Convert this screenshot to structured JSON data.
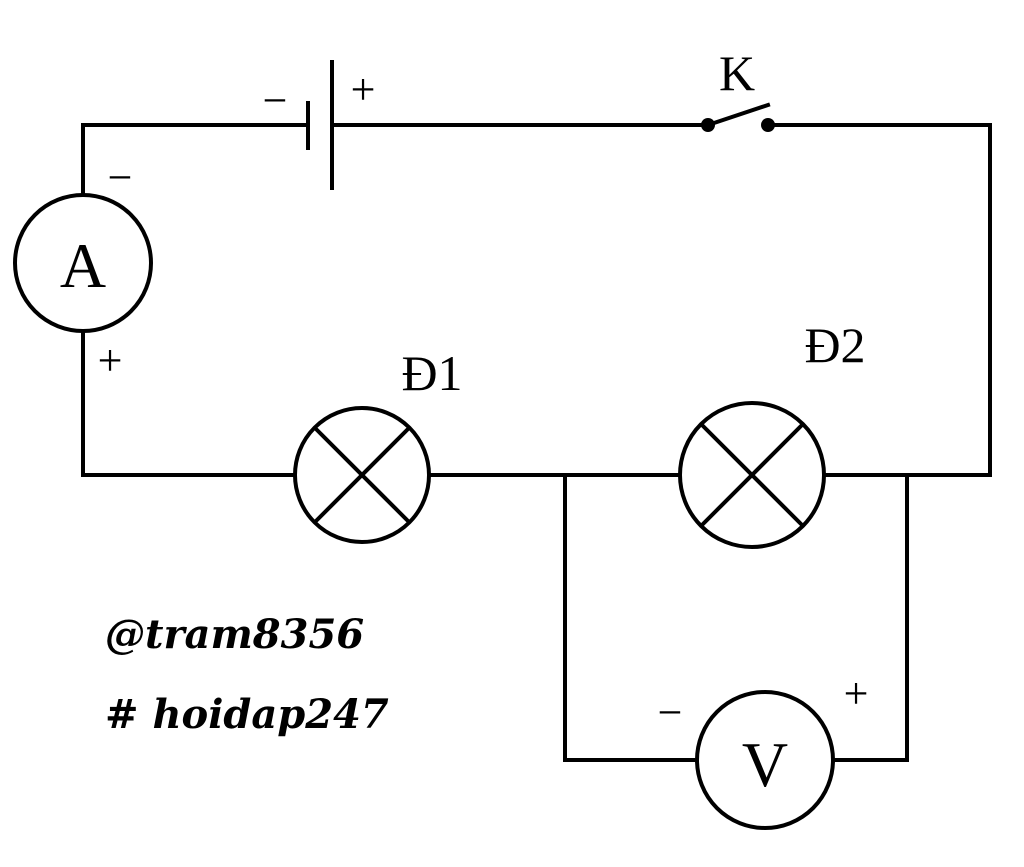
{
  "switch": {
    "label": "K"
  },
  "battery": {
    "minus": "−",
    "plus": "+"
  },
  "ammeter": {
    "symbol": "A",
    "minus": "−",
    "plus": "+"
  },
  "lamp1": {
    "label": "Đ1"
  },
  "lamp2": {
    "label": "Đ2"
  },
  "voltmeter": {
    "symbol": "V",
    "minus": "−",
    "plus": "+"
  },
  "watermark": {
    "line1": "@tram8356",
    "line2": "# hoidap247"
  },
  "colors": {
    "ink": "#000000",
    "background": "#ffffff"
  }
}
